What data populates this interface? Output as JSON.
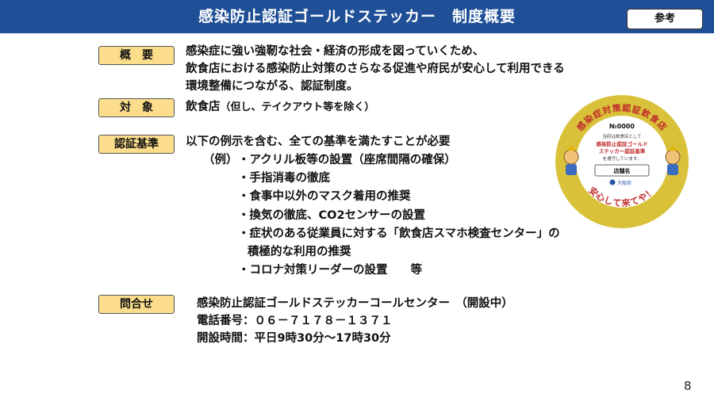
{
  "header": {
    "title": "感染防止認証ゴールドステッカー　制度概要",
    "reference_badge": "参考"
  },
  "overview": {
    "label": "概　要",
    "lines": [
      "感染症に強い強靭な社会・経済の形成を図っていくため、",
      "飲食店における感染防止対策のさらなる促進や府民が安心して利用できる",
      "環境整備につながる、認証制度。"
    ]
  },
  "target": {
    "label": "対　象",
    "text": "飲食店",
    "note": "（但し、テイクアウト等を除く）"
  },
  "criteria": {
    "label": "認証基準",
    "intro": "以下の例示を含む、全ての基準を満たすことが必要",
    "example_prefix": "（例）",
    "items": [
      "・アクリル板等の設置（座席間隔の確保）",
      "・手指消毒の徹底",
      "・食事中以外のマスク着用の推奨",
      "・換気の徹底、CO2センサーの設置",
      "・症状のある従業員に対する「飲食店スマホ検査センター」の",
      "積極的な利用の推奨",
      "・コロナ対策リーダーの設置　　等"
    ]
  },
  "contact": {
    "label": "問合せ",
    "lines": [
      "感染防止認証ゴールドステッカーコールセンター　（開設中）",
      "電話番号：０６－７１７８－１３７１",
      "開設時間：平日9時30分～17時30分"
    ]
  },
  "sticker": {
    "arc_text": "感染症対策認証飲食店",
    "number": "№0000",
    "line1": "当府は飲食店として",
    "line2": "感染防止認証ゴールド",
    "line3": "ステッカー認証基準",
    "line4": "を遵守しています。",
    "store_label": "店舗名",
    "org": "大阪府",
    "bottom_text": "安心して来てや！",
    "gold_color": "#d9c23a",
    "red_color": "#c0282a"
  },
  "page_number": "8"
}
